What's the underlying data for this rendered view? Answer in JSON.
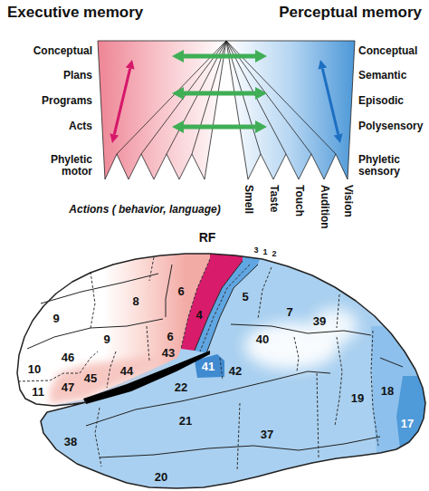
{
  "diagram": {
    "nodes": [
      {
        "text": [
          "Executive memory"
        ]
      },
      {
        "text": [
          "Perceptual memory"
        ]
      }
    ],
    "edges": [
      {
        "from": 0,
        "to": 1,
        "arrow": "both"
      },
      {
        "from": 0,
        "to": 1,
        "arrow": "both"
      },
      {
        "from": 0,
        "to": 1,
        "arrow": "both"
      }
    ],
    "labels": [
      "Conceptual",
      "Plans",
      "Programs",
      "Acts",
      "Phyletic motor",
      "Actions ( behavior, language)",
      "Conceptual",
      "Semantic",
      "Episodic",
      "Polysensory",
      "Phyletic sensory",
      "Smell",
      "Taste",
      "Touch",
      "Audition",
      "Vision",
      "RF",
      "3",
      "1",
      "2",
      "6",
      "8",
      "5",
      "7",
      "9",
      "4",
      "40",
      "39",
      "46",
      "9",
      "10",
      "6",
      "44",
      "45",
      "43",
      "41",
      "42",
      "19",
      "18",
      "11",
      "47",
      "22",
      "37",
      "17",
      "38",
      "21",
      "20"
    ]
  }
}
